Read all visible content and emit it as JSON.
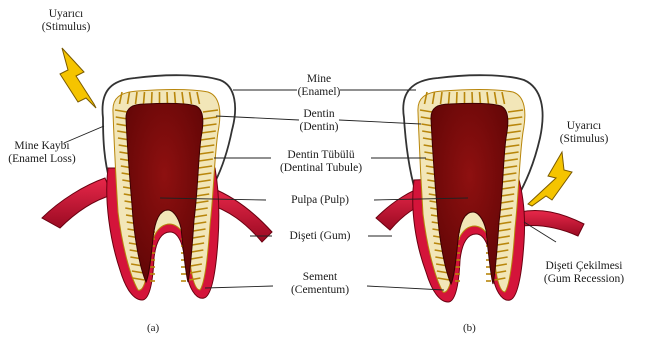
{
  "labels": {
    "stimulus_a": {
      "tr": "Uyarıcı",
      "en": "(Stimulus)"
    },
    "enamel_loss": {
      "tr": "Mine Kaybı",
      "en": "(Enamel Loss)"
    },
    "enamel": {
      "tr": "Mine",
      "en": "(Enamel)"
    },
    "dentin": {
      "tr": "Dentin",
      "en": "(Dentin)"
    },
    "tubule": {
      "tr": "Dentin Tübülü",
      "en": "(Dentinal Tubule)"
    },
    "pulp": "Pulpa (Pulp)",
    "gum": "Dişeti (Gum)",
    "cementum": {
      "tr": "Sement",
      "en": "(Cementum)"
    },
    "stimulus_b": {
      "tr": "Uyarıcı",
      "en": "(Stimulus)"
    },
    "recession": {
      "tr": "Dişeti Çekilmesi",
      "en": "(Gum Recession)"
    }
  },
  "captions": {
    "a": "(a)",
    "b": "(b)"
  },
  "colors": {
    "pulp": "#7a0a0a",
    "dentin": "#f2e6b8",
    "tubule": "#b8860b",
    "gum": "#d81e3c",
    "gum_dark": "#8b0016",
    "enamel": "#ffffff",
    "stimulus": "#f5c400",
    "line": "#222222"
  }
}
